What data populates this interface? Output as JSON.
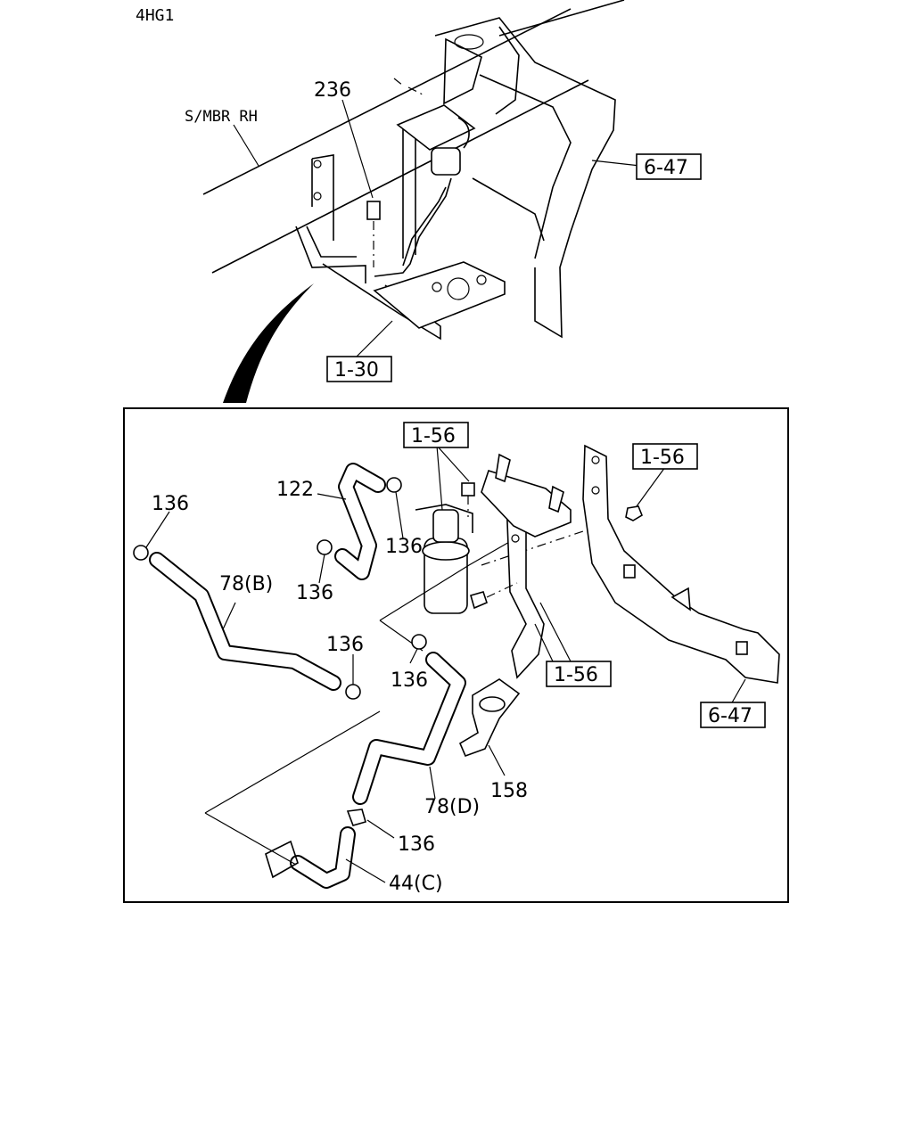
{
  "model_code": "4HG1",
  "top_view": {
    "labels": {
      "frame_member": "S/MBR RH",
      "bolt": "236",
      "ref_body": "6-47",
      "ref_frame": "1-30"
    }
  },
  "detail_view": {
    "labels": {
      "ref_top": "1-56",
      "ref_right": "1-56",
      "ref_bracket": "1-56",
      "ref_body": "6-47",
      "hose_upper": "122",
      "hose_b": "78(B)",
      "hose_d": "78(D)",
      "pipe_c": "44(C)",
      "clip": "158",
      "clamp_1": "136",
      "clamp_2": "136",
      "clamp_3": "136",
      "clamp_4": "136",
      "clamp_5": "136",
      "clamp_6": "136"
    }
  }
}
